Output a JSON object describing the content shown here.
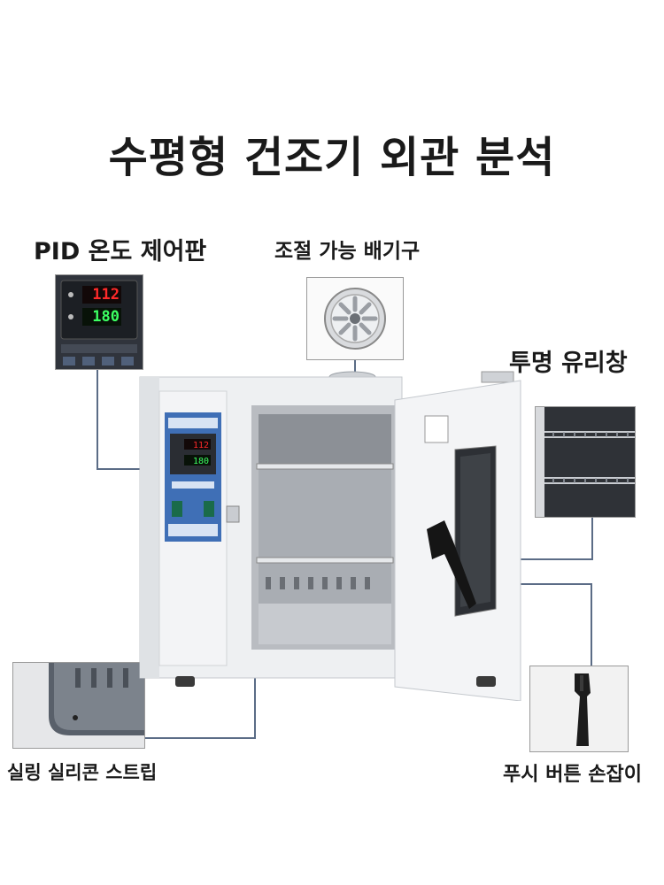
{
  "title": "수평형 건조기 외관 분석",
  "callouts": {
    "pid": "PID 온도 제어판",
    "vent": "조절 가능 배기구",
    "glass": "투명 유리창",
    "seal": "실링 실리콘 스트립",
    "handle": "푸시 버튼 손잡이"
  },
  "controller": {
    "pv": "112",
    "sv": "180"
  },
  "colors": {
    "panel_blue": "#3f6fb6",
    "display_red": "#ff2a2a",
    "display_green": "#3cff62",
    "callout_line": "#5b6c86"
  }
}
